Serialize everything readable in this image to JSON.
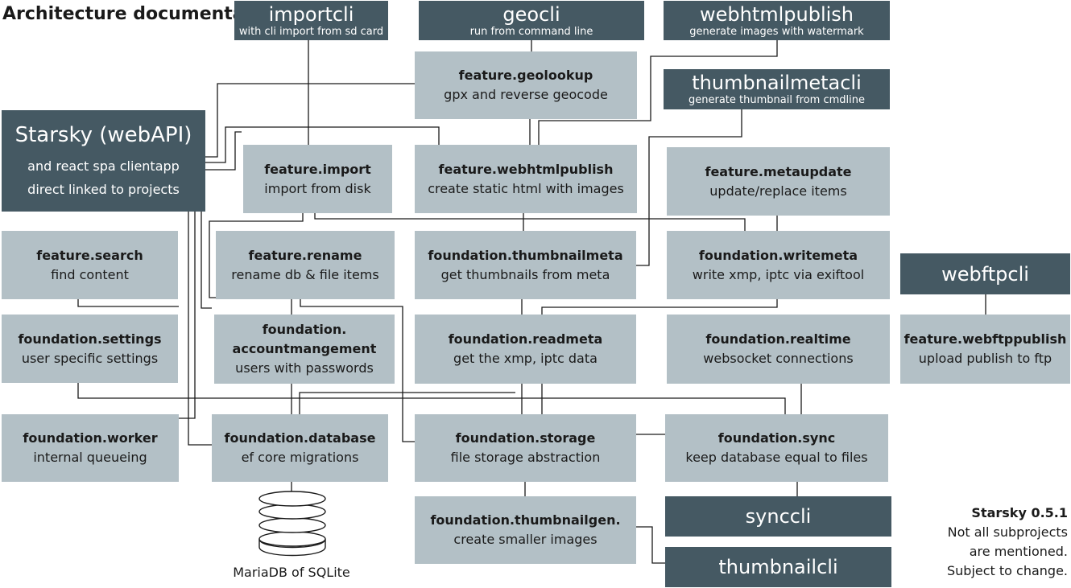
{
  "title": "Architecture documentation",
  "version": {
    "name": "Starsky 0.5.1",
    "note1": "Not all subprojects",
    "note2": "are mentioned.",
    "note3": "Subject to change."
  },
  "database_label": "MariaDB of SQLite",
  "clis": {
    "importcli": {
      "name": "importcli",
      "desc": "with cli import from sd card"
    },
    "geocli": {
      "name": "geocli",
      "desc": "run from command line"
    },
    "webhtmlpublish": {
      "name": "webhtmlpublish",
      "desc": "generate images with watermark"
    },
    "thumbnailmetacli": {
      "name": "thumbnailmetacli",
      "desc": "generate thumbnail from cmdline"
    },
    "webftpcli": {
      "name": "webftpcli"
    },
    "synccli": {
      "name": "synccli"
    },
    "thumbnailcli": {
      "name": "thumbnailcli"
    }
  },
  "webapi": {
    "name": "Starsky (webAPI)",
    "line1": "and react spa clientapp",
    "line2": "direct linked to projects"
  },
  "modules": {
    "geolookup": {
      "name": "feature.geolookup",
      "desc": "gpx and reverse geocode"
    },
    "import": {
      "name": "feature.import",
      "desc": "import from disk"
    },
    "webhtmlpublish": {
      "name": "feature.webhtmlpublish",
      "desc": "create static html with images"
    },
    "metaupdate": {
      "name": "feature.metaupdate",
      "desc": "update/replace items"
    },
    "search": {
      "name": "feature.search",
      "desc": "find content"
    },
    "rename": {
      "name": "feature.rename",
      "desc": "rename db & file items"
    },
    "thumbnailmeta": {
      "name": "foundation.thumbnailmeta",
      "desc": "get thumbnails from meta"
    },
    "writemeta": {
      "name": "foundation.writemeta",
      "desc": "write xmp, iptc via exiftool"
    },
    "settings": {
      "name": "foundation.settings",
      "desc": "user specific settings"
    },
    "account_1": "foundation.",
    "account_2": "accountmangement",
    "account_desc": "users with passwords",
    "readmeta": {
      "name": "foundation.readmeta",
      "desc": "get the xmp, iptc data"
    },
    "realtime": {
      "name": "foundation.realtime",
      "desc": "websocket connections"
    },
    "webftppublish": {
      "name": "feature.webftppublish",
      "desc": "upload publish to ftp"
    },
    "worker": {
      "name": "foundation.worker",
      "desc": "internal queueing"
    },
    "database": {
      "name": "foundation.database",
      "desc": "ef core migrations"
    },
    "storage": {
      "name": "foundation.storage",
      "desc": "file storage abstraction"
    },
    "sync": {
      "name": "foundation.sync",
      "desc": "keep database equal to files"
    },
    "thumbnailgen": {
      "name": "foundation.thumbnailgen.",
      "desc": "create smaller images"
    }
  },
  "colors": {
    "module": "#b3c0c6",
    "app": "#455963",
    "wire": "#1a1a1a",
    "background": "#ffffff"
  }
}
